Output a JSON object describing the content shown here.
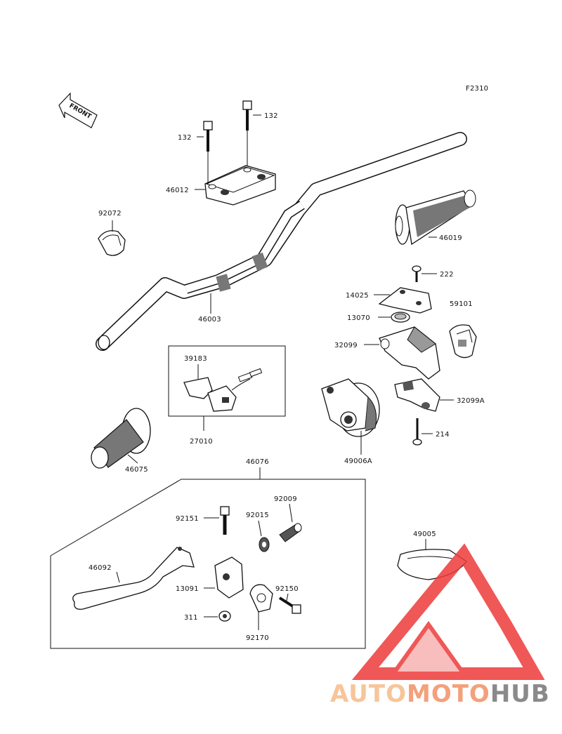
{
  "figure_code": "F2310",
  "front_arrow_label": "FRONT",
  "parts": {
    "bolt_132_left": "132",
    "bolt_132_right": "132",
    "holder_46012": "46012",
    "clamp_92072": "92072",
    "handlebar_46003": "46003",
    "grip_46019": "46019",
    "screw_222": "222",
    "plate_14025": "14025",
    "part_59101": "59101",
    "part_13070": "13070",
    "case_32099": "32099",
    "case_32099A": "32099A",
    "screw_214": "214",
    "switch_39183": "39183",
    "switch_assy_27010": "27010",
    "grip_46075": "46075",
    "throttle_49006A": "49006A",
    "lever_assy_46076": "46076",
    "bolt_92151": "92151",
    "nut_92015": "92015",
    "adjuster_92009": "92009",
    "lever_46092": "46092",
    "holder_13091": "13091",
    "bolt_92150": "92150",
    "nut_311": "311",
    "clamp_92170": "92170",
    "cover_49005": "49005"
  },
  "watermark": {
    "part1": "AUTO",
    "part2": "MOTO",
    "part3": "HUB",
    "color_light": "#f7c59a",
    "color_mid": "#f4a07a",
    "color_dark": "#8a8a8a",
    "logo_color": "#ee3a3a"
  }
}
